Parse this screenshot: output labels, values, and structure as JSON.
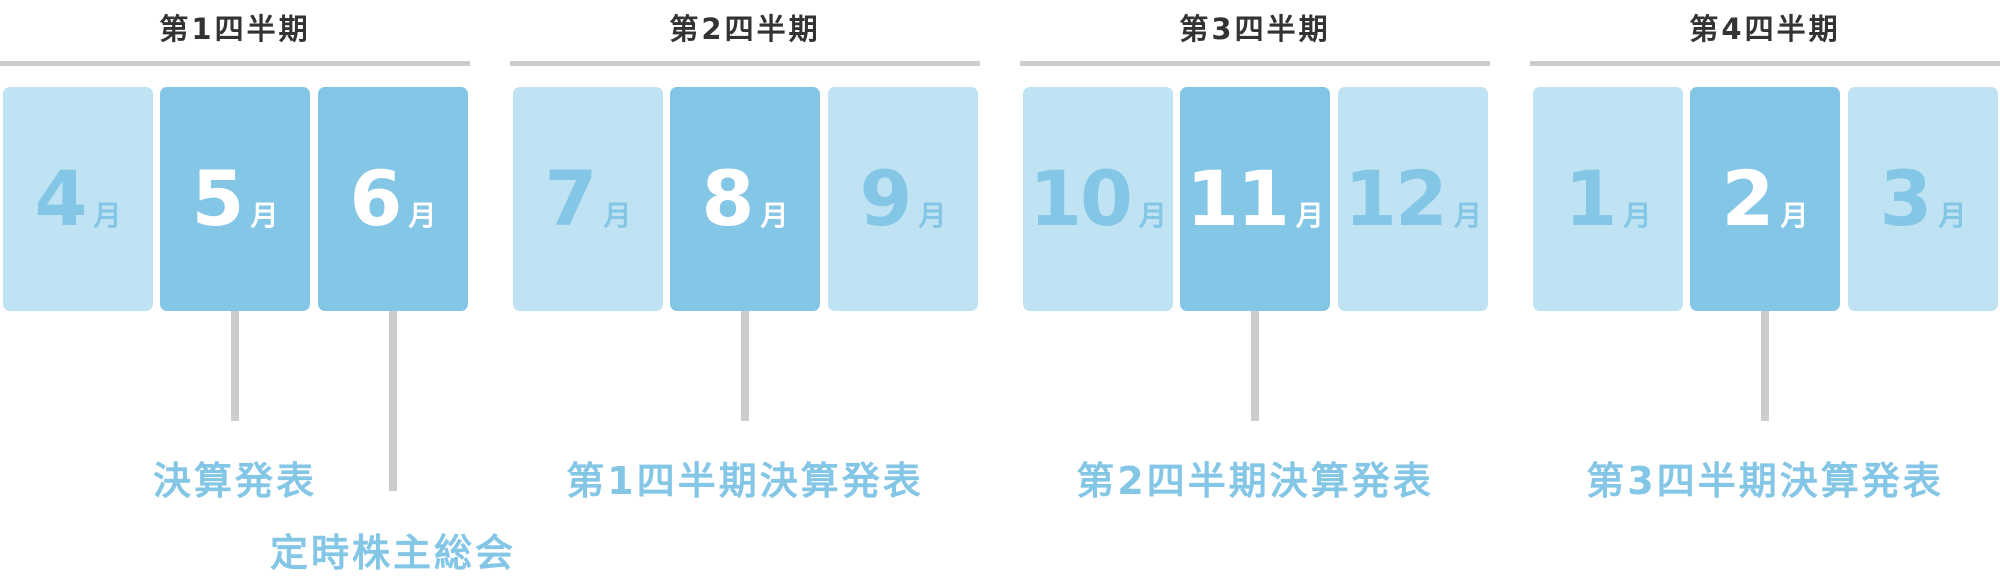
{
  "month_unit": "月",
  "colors": {
    "light": "#bfe3f2",
    "highlight": "#84c6e6",
    "rule": "#cccccc",
    "title": "#333333"
  },
  "quarters": [
    {
      "title": "第1四半期",
      "months": [
        {
          "num": "4",
          "highlighted": false
        },
        {
          "num": "5",
          "highlighted": true
        },
        {
          "num": "6",
          "highlighted": true
        }
      ]
    },
    {
      "title": "第2四半期",
      "months": [
        {
          "num": "7",
          "highlighted": false
        },
        {
          "num": "8",
          "highlighted": true
        },
        {
          "num": "9",
          "highlighted": false
        }
      ]
    },
    {
      "title": "第3四半期",
      "months": [
        {
          "num": "10",
          "highlighted": false
        },
        {
          "num": "11",
          "highlighted": true
        },
        {
          "num": "12",
          "highlighted": false
        }
      ]
    },
    {
      "title": "第4四半期",
      "months": [
        {
          "num": "1",
          "highlighted": false
        },
        {
          "num": "2",
          "highlighted": true
        },
        {
          "num": "3",
          "highlighted": false
        }
      ]
    }
  ],
  "events": [
    {
      "label": "決算発表",
      "month": "5"
    },
    {
      "label": "定時株主総会",
      "month": "6"
    },
    {
      "label": "第1四半期決算発表",
      "month": "8"
    },
    {
      "label": "第2四半期決算発表",
      "month": "11"
    },
    {
      "label": "第3四半期決算発表",
      "month": "2"
    }
  ]
}
